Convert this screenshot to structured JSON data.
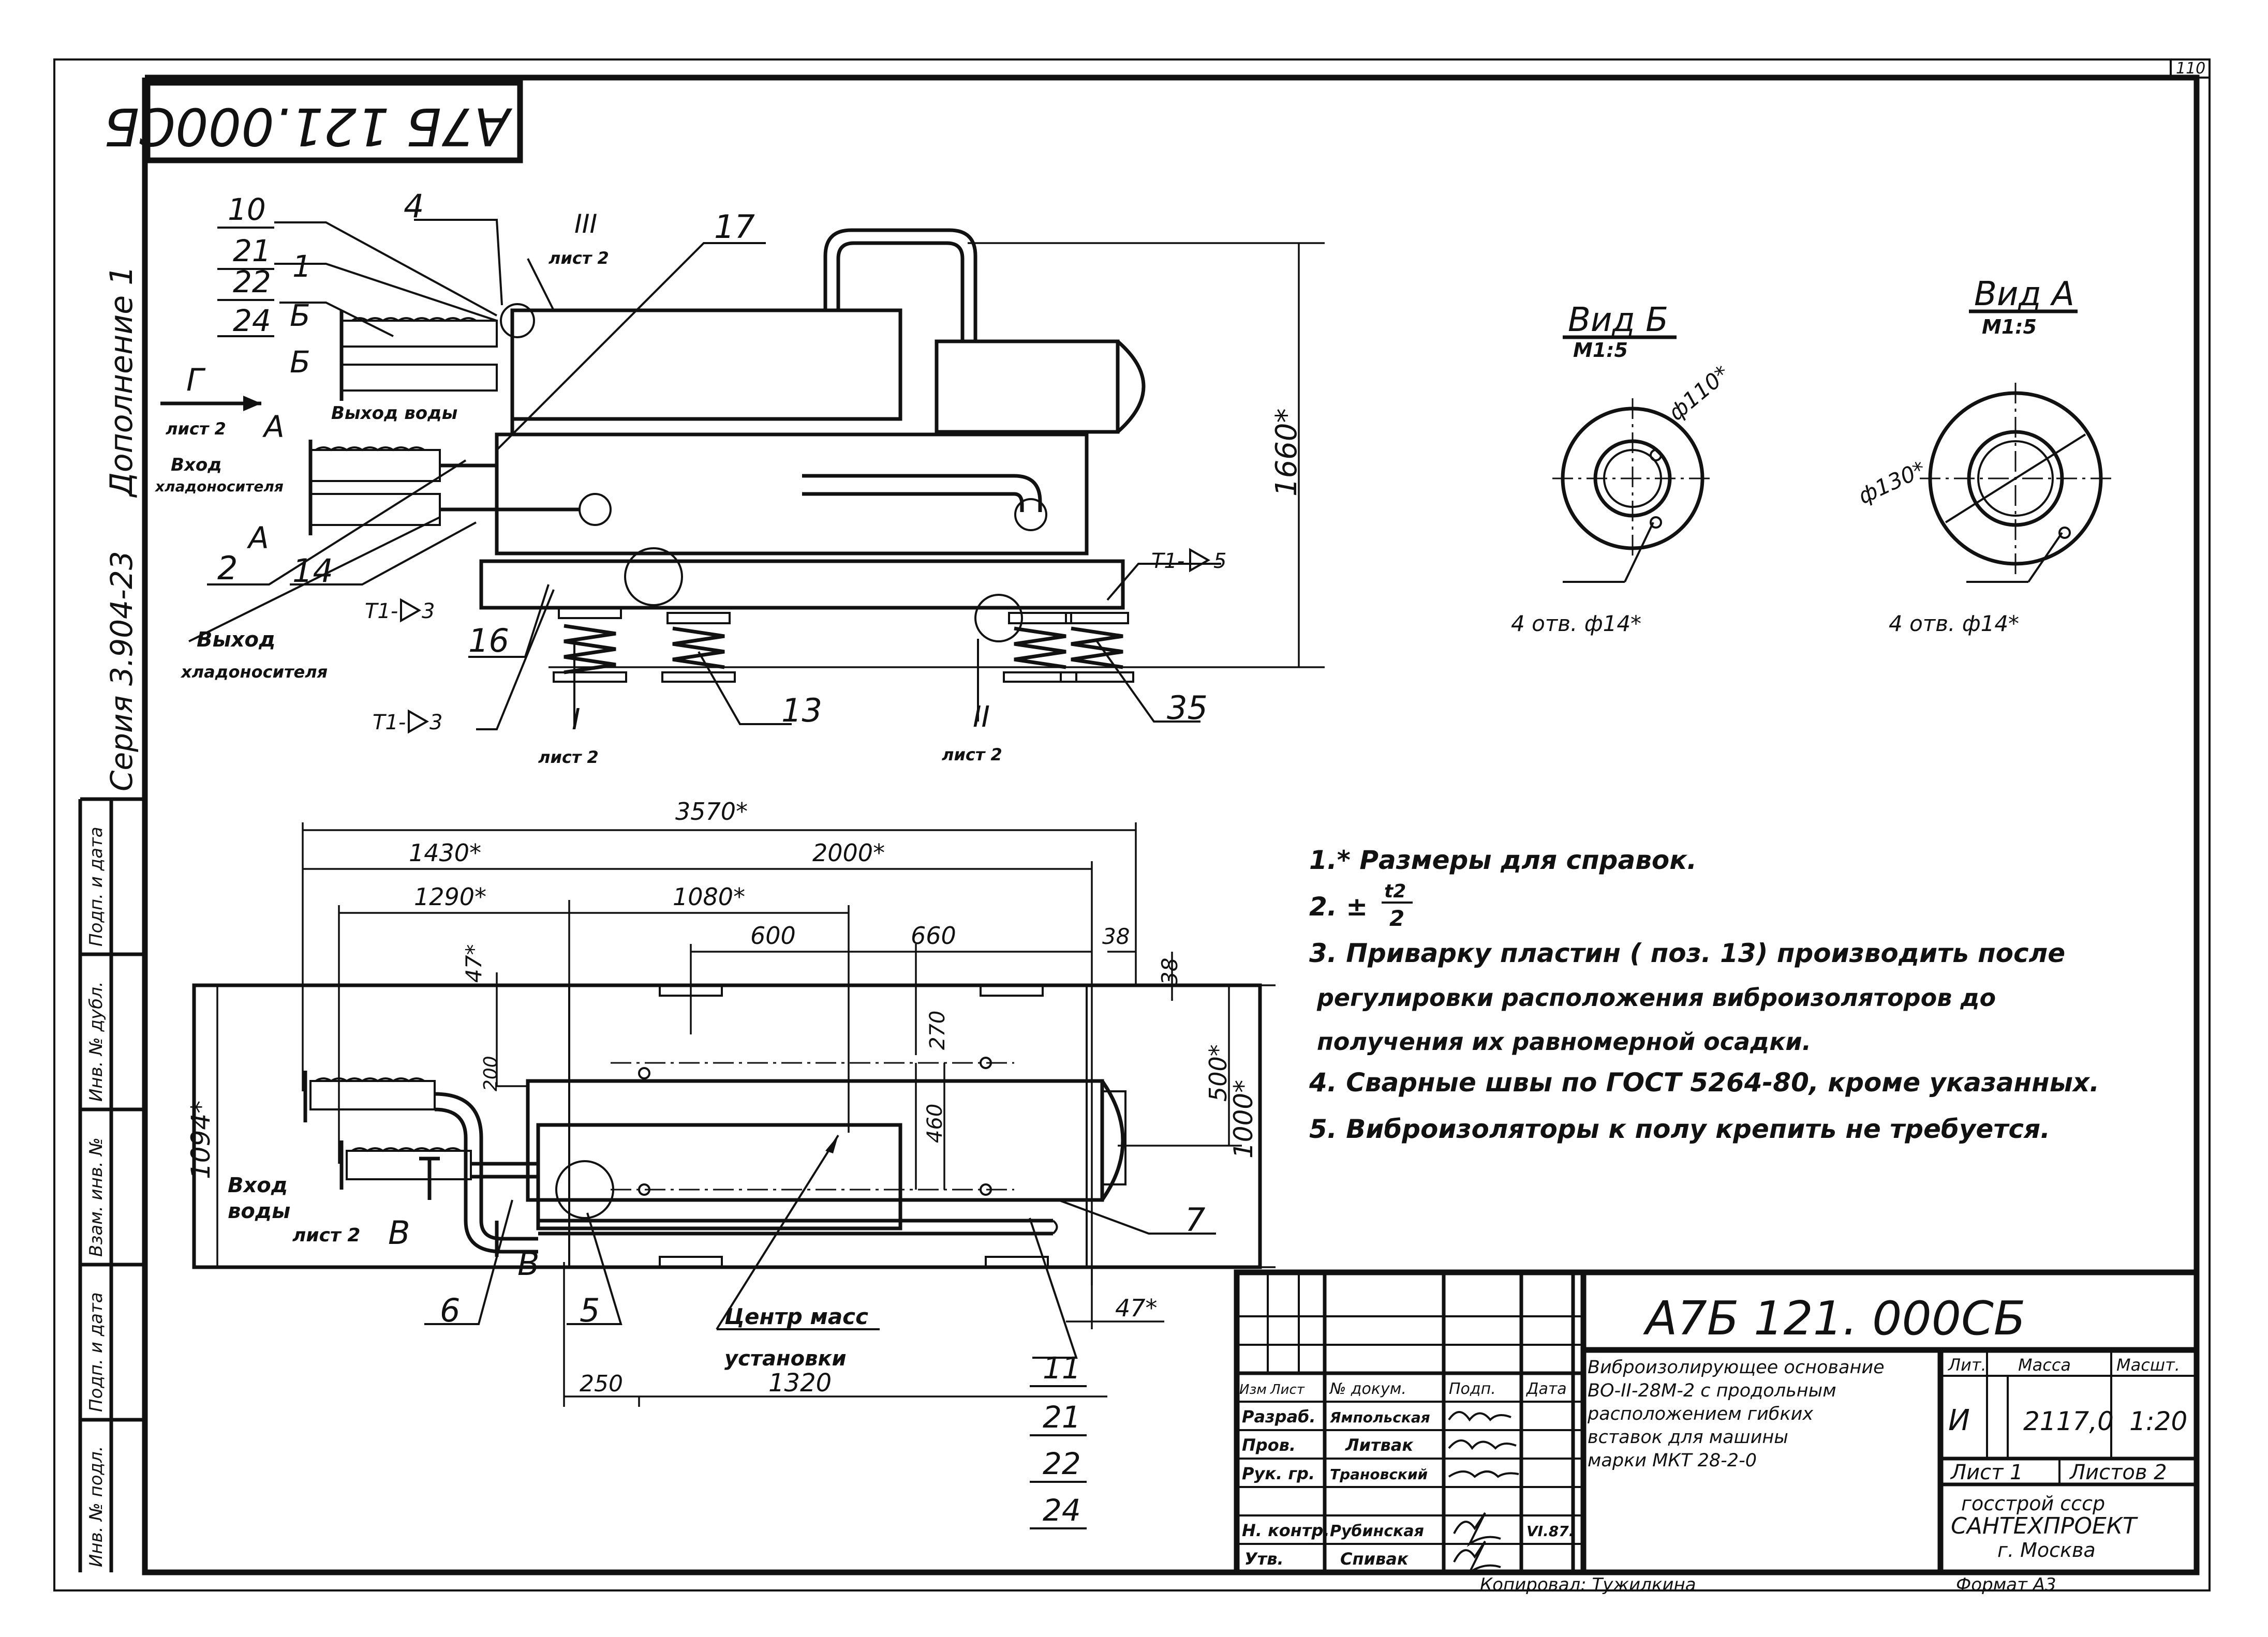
{
  "page_number": "110",
  "doc_code_top": "А7Б 121.000СБ",
  "side": {
    "addendum": "Дополнение 1",
    "series": "Серия 3.904-23",
    "cells": [
      "Инв. № подл.",
      "Подп. и дата",
      "Взам. инв. №",
      "Инв. № дубл.",
      "Подп. и дата"
    ]
  },
  "views": {
    "view_b": {
      "title": "Вид Б",
      "scale": "М1:5",
      "diameter": "ф110*",
      "holes": "4 отв. ф14*"
    },
    "view_a": {
      "title": "Вид А",
      "scale": "М1:5",
      "diameter": "ф130*",
      "holes": "4 отв. ф14*"
    }
  },
  "elevation_labels": {
    "pos10": "10",
    "pos21": "21",
    "pos22": "22",
    "pos24": "24",
    "pos1": "1",
    "pos4": "4",
    "pos17": "17",
    "pos2": "2",
    "pos14": "14",
    "pos16": "16",
    "pos13": "13",
    "pos35": "35",
    "b1": "Б",
    "b2": "Б",
    "a1": "А",
    "a2": "А",
    "g": "Г",
    "sheet2_g": "лист 2",
    "water_out": "Выход воды",
    "coolant_in_1": "Вход",
    "coolant_in_2": "хладоносителя",
    "coolant_out_1": "Выход",
    "coolant_out_2": "хладоносителя",
    "roman3": "III",
    "roman3_sheet": "лист 2",
    "roman1": "I",
    "roman1_sheet": "лист 2",
    "roman2": "II",
    "roman2_sheet": "лист 2",
    "weld1": "Т1-",
    "weld1_size": "3",
    "weld2": "Т1-",
    "weld2_size": "3",
    "weld3": "Т1-",
    "weld3_size": "5",
    "height": "1660*"
  },
  "plan_labels": {
    "d3570": "3570*",
    "d1430": "1430*",
    "d2000": "2000*",
    "d1290": "1290*",
    "d1080": "1080*",
    "d600": "600",
    "d660": "660",
    "d38a": "38",
    "d38b": "38",
    "d47a": "47*",
    "d200": "200",
    "d270": "270",
    "d460": "460",
    "d500": "500*",
    "d1000": "1000*",
    "d1094": "1094*",
    "d47b": "47*",
    "d250": "250",
    "d1320": "1320",
    "water_in_1": "Вход",
    "water_in_2": "воды",
    "sheet2": "лист 2",
    "v1": "В",
    "v2": "В",
    "pos6": "6",
    "pos5": "5",
    "pos7": "7",
    "pos11": "11",
    "pos21": "21",
    "pos22": "22",
    "pos24": "24",
    "cm1": "Центр масс",
    "cm2": "установки"
  },
  "notes": [
    "1.* Размеры для справок.",
    "2. ±",
    "3. Приварку   пластин ( поз. 13)  производить  после",
    "регулировки  расположения  виброизоляторов  до",
    "получения  их  равномерной   осадки.",
    "4. Сварные  швы  по ГОСТ 5264-80, кроме указанных.",
    "5. Виброизоляторы  к  полу  крепить  не  требуется."
  ],
  "tolerance": {
    "num": "t2",
    "den": "2"
  },
  "title_block": {
    "code": "А7Б 121. 000СБ",
    "head": [
      "Изм",
      "Лист",
      "№ докум.",
      "Подп.",
      "Дата"
    ],
    "rows": [
      {
        "role": "Разраб.",
        "name": "Ямпольская"
      },
      {
        "role": "Пров.",
        "name": "Литвак"
      },
      {
        "role": "Рук. гр.",
        "name": "Трановский"
      },
      {
        "role": "",
        "name": ""
      },
      {
        "role": "Н. контр.",
        "name": "Рубинская"
      },
      {
        "role": "Утв.",
        "name": "Спивак"
      }
    ],
    "date": "VI.87.",
    "desc": [
      "Виброизолирующее основание",
      "ВО-II-28М-2 с продольным",
      "расположением  гибких",
      "вставок  для  машины",
      "марки  МКТ 28-2-0"
    ],
    "lit_h": "Лит.",
    "mass_h": "Масса",
    "scale_h": "Масшт.",
    "lit": "И",
    "mass": "2117,0",
    "scale": "1:20",
    "sheet": "Лист 1",
    "sheets": "Листов 2",
    "org1": "госстрой    ссср",
    "org2": "САНТЕХПРОЕКТ",
    "org3": "г. Москва"
  },
  "copied": "Копировал: Тужилкина",
  "format": "Формат  А3"
}
